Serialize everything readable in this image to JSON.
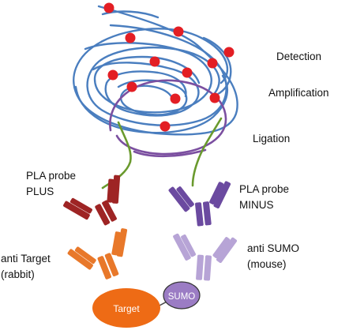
{
  "labels": {
    "detection": "Detection",
    "amplification": "Amplification",
    "ligation": "Ligation",
    "pla_plus_line1": "PLA probe",
    "pla_plus_line2": "PLUS",
    "pla_minus_line1": "PLA probe",
    "pla_minus_line2": "MINUS",
    "anti_target_line1": "anti Target",
    "anti_target_line2": "(rabbit)",
    "anti_sumo_line1": "anti SUMO",
    "anti_sumo_line2": "(mouse)",
    "target": "Target",
    "sumo": "SUMO"
  },
  "colors": {
    "rca_strands": "#4a7ebf",
    "detection_dots": "#e31e24",
    "ligation_strands": "#7b4fa0",
    "pla_oligo": "#6a9a2e",
    "pla_plus_antibody": "#9e2424",
    "pla_minus_antibody": "#6b4aa0",
    "anti_target_antibody": "#e8782a",
    "anti_sumo_antibody": "#b7a4d6",
    "target_protein": "#ee6b15",
    "sumo_protein": "#9b7cc4"
  }
}
